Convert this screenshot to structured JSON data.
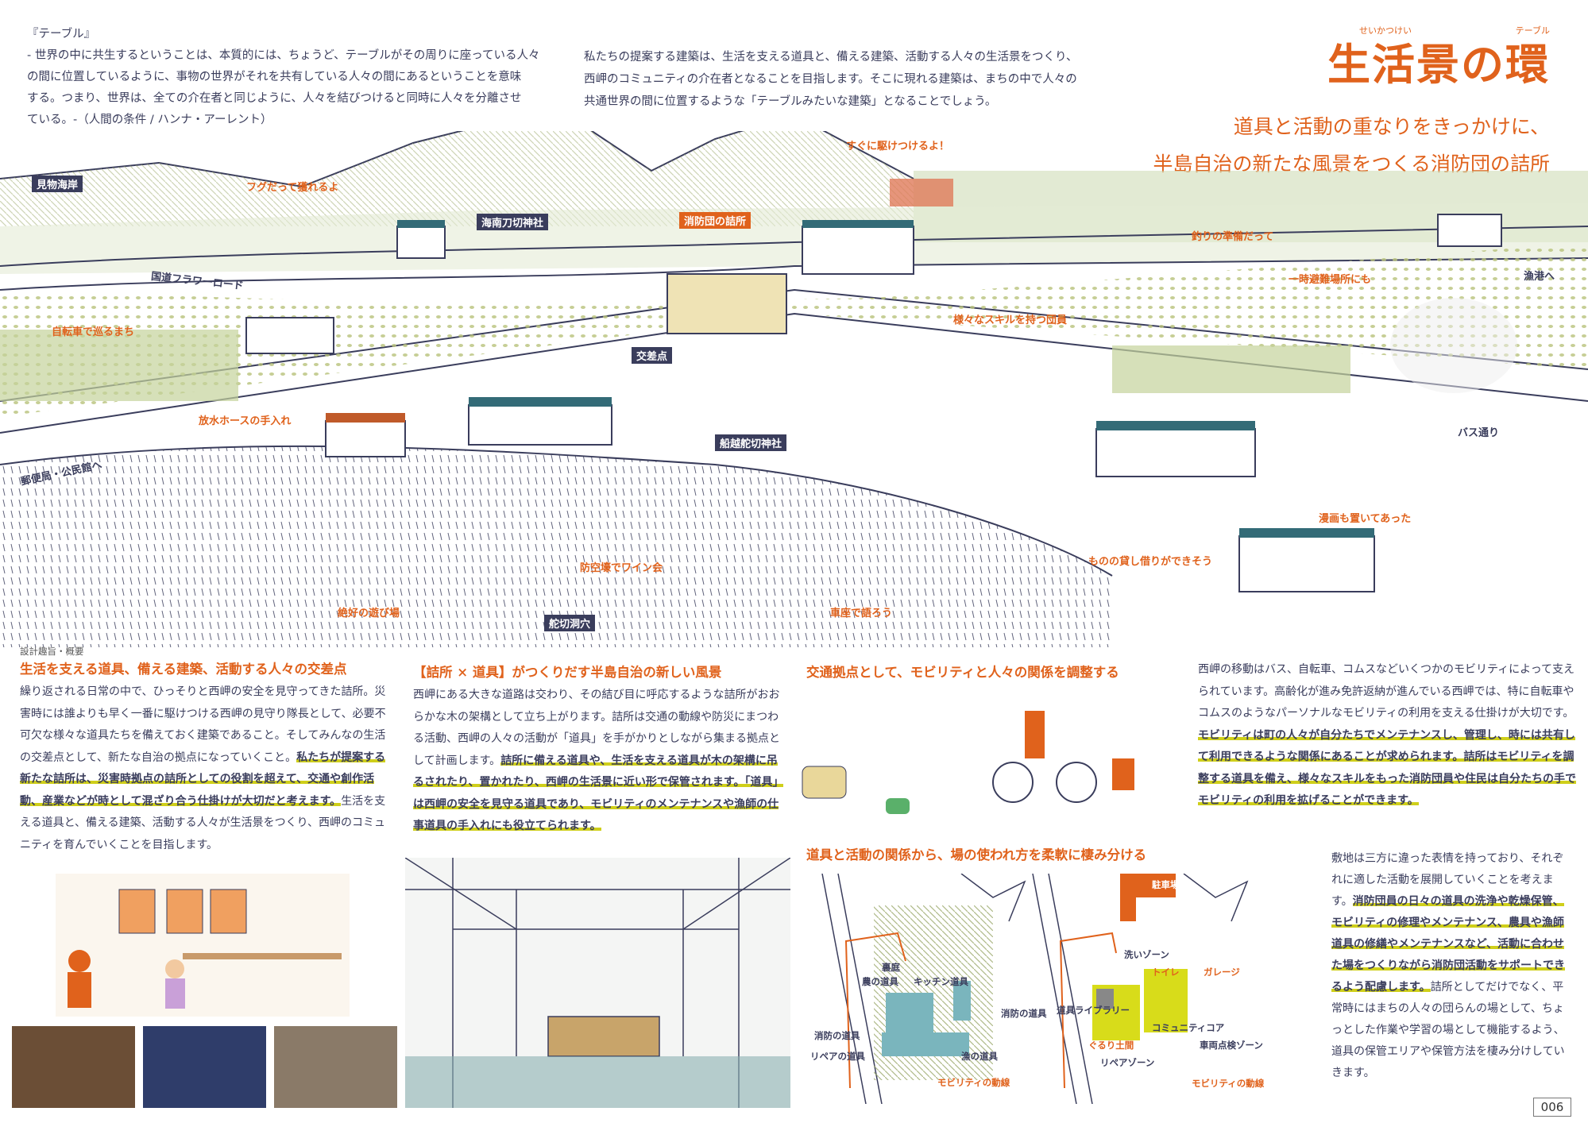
{
  "quote": {
    "title": "『テーブル』",
    "lines": [
      "- 世界の中に共生するということは、本質的には、ちょうど、テーブルがその周りに座っている人々",
      "の間に位置しているように、事物の世界がそれを共有している人々の間にあるということを意味",
      "する。つまり、世界は、全ての介在者と同じように、人々を結びつけると同時に人々を分離させ",
      "ている。-（人間の条件 / ハンナ・アーレント）"
    ]
  },
  "intro": [
    "私たちの提案する建築は、生活を支える道具と、備える建築、活動する人々の生活景をつくり、",
    "西岬のコミュニティの介在者となることを目指します。そこに現れる建築は、まちの中で人々の",
    "共通世界の間に位置するような「テーブルみたいな建築」となることでしょう。"
  ],
  "title": {
    "main": "生活景の環",
    "ruby1": "せいかつけい",
    "ruby2": "テーブル",
    "sub1": "道具と活動の重なりをきっかけに、",
    "sub2": "半島自治の新たな風景をつくる消防団の詰所"
  },
  "map": {
    "places": [
      "見物海岸",
      "海南刀切神社",
      "交差点",
      "船越舵切神社",
      "舵切洞穴"
    ],
    "station": "消防団の詰所",
    "notes": [
      "フグだって獲れるよ",
      "すぐに駆けつけるよ！",
      "釣りの準備だって",
      "一時避難場所にも",
      "漁港へ",
      "国道フラワーロード",
      "自転車で巡るまち",
      "様々なスキルを持つ団員",
      "放水ホースの手入れ",
      "バス通り",
      "郵便局・公民館へ",
      "漫画も置いてあった",
      "ものの貸し借りができそう",
      "防空壕でワイン会",
      "絶好の遊び場",
      "車座で語ろう"
    ]
  },
  "col1": {
    "kicker": "設計趣旨・概要",
    "heading": "生活を支える道具、備える建築、活動する人々の交差点",
    "p1": "繰り返される日常の中で、ひっそりと西岬の安全を見守ってきた詰所。災害時には誰よりも早く一番に駆けつける西岬の見守り隊長として、必要不可欠な様々な道具たちを備えておく建築であること。そしてみんなの生活の交差点として、新たな自治の拠点になっていくこと。",
    "hl": "私たちが提案する新たな詰所は、災害時拠点の詰所としての役割を超えて、交通や創作活動、産業などが時として混ざり合う仕掛けが大切だと考えます。",
    "p2": "生活を支える道具と、備える建築、活動する人々が生活景をつくり、西岬のコミュニティを育んでいくことを目指します。"
  },
  "col2": {
    "heading": "【詰所 × 道具】がつくりだす半島自治の新しい風景",
    "p1": "西岬にある大きな道路は交わり、その結び目に呼応するような詰所がおおらかな木の架構として立ち上がります。詰所は交通の動線や防災にまつわる活動、西岬の人々の活動が「道具」を手がかりとしながら集まる拠点として計画します。",
    "hl": "詰所に備える道具や、生活を支える道具が木の架構に吊るされたり、置かれたり、西岬の生活景に近い形で保管されます。「道具」は西岬の安全を見守る道具であり、モビリティのメンテナンスや漁師の仕事道具の手入れにも役立てられます。"
  },
  "col3": {
    "heading": "交通拠点として、モビリティと人々の関係を調整する",
    "heading2": "道具と活動の関係から、場の使われ方を柔軟に棲み分ける"
  },
  "col4": {
    "p1": "西岬の移動はバス、自転車、コムスなどいくつかのモビリティによって支えられています。高齢化が進み免許返納が進んでいる西岬では、特に自転車やコムスのようなパーソナルなモビリティの利用を支える仕掛けが大切です。",
    "hl": "モビリティは町の人々が自分たちでメンテナンスし、管理し、時には共有して利用できるような関係にあることが求められます。詰所はモビリティを調整する道具を備え、様々なスキルをもった消防団員や住民は自分たちの手でモビリティの利用を拡げることができます。"
  },
  "col5": {
    "p1": "敷地は三方に違った表情を持っており、それぞれに適した活動を展開していくことを考えます。",
    "hl": "消防団員の日々の道具の洗浄や乾燥保管、モビリティの修理やメンテナンス、農具や漁師道具の修繕やメンテナンスなど、活動に合わせた場をつくりながら消防団活動をサポートできるよう配慮します。",
    "p2": "詰所としてだけでなく、平常時にはまちの人々の団らんの場として、ちょっとした作業や学習の場として機能するよう、道具の保管エリアや保管方法を棲み分けしていきます。"
  },
  "diagram1": [
    "裏庭",
    "農の道具",
    "キッチン道具",
    "消防の道具",
    "消防の道具",
    "リペアの道具",
    "漁の道具",
    "モビリティの動線"
  ],
  "diagram2": [
    "駐車場",
    "洗いゾーン",
    "トイレ",
    "ガレージ",
    "道具ライブラリー",
    "コミュニティコア",
    "ぐるり土間",
    "車両点検ゾーン",
    "リペアゾーン",
    "モビリティの動線"
  ],
  "page_number": "006",
  "colors": {
    "accent": "#e0621c",
    "ink": "#3a3d5c",
    "highlight": "#cfcf1a",
    "field": "#b8c98a"
  }
}
